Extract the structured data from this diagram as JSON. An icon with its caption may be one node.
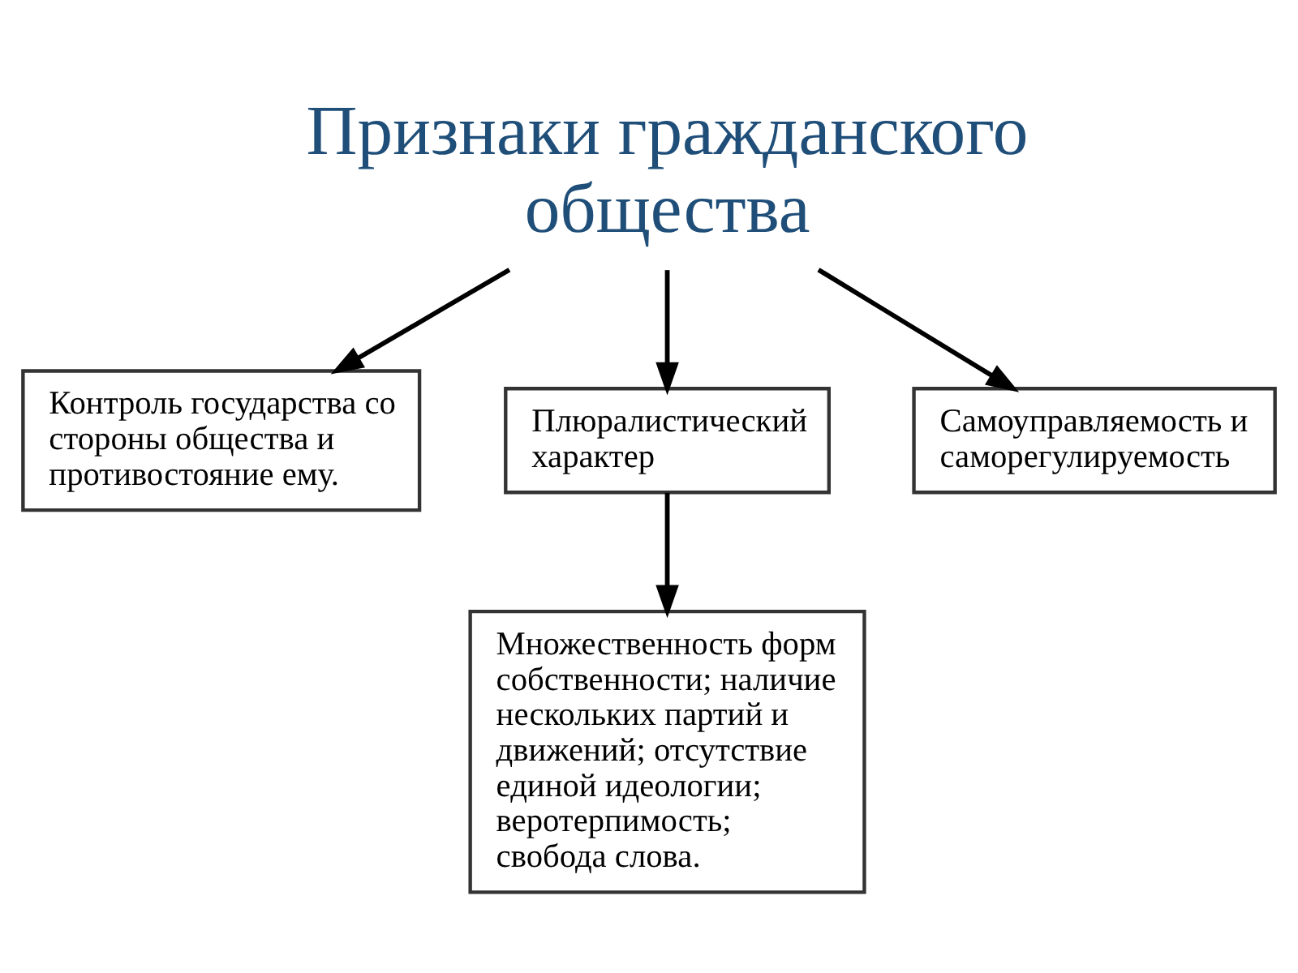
{
  "diagram": {
    "nodes": [
      {
        "text": [
          "Признаки гражданского общества"
        ]
      },
      {
        "text": [
          "Контроль государства со стороны общества и противостояние ему."
        ]
      },
      {
        "text": [
          "Плюралистический характер"
        ]
      },
      {
        "text": [
          "Самоуправляемость и саморегулируемость"
        ]
      },
      {
        "text": [
          "Множественность форм собственности; наличие нескольких партий и движений; отсутствие единой идеологии; веротерпимость; свобода слова."
        ]
      }
    ],
    "edges": [
      {
        "from": 0,
        "to": 1,
        "arrow": "to"
      },
      {
        "from": 0,
        "to": 2,
        "arrow": "to"
      },
      {
        "from": 0,
        "to": 3,
        "arrow": "to"
      },
      {
        "from": 2,
        "to": 4,
        "arrow": "to"
      }
    ]
  }
}
